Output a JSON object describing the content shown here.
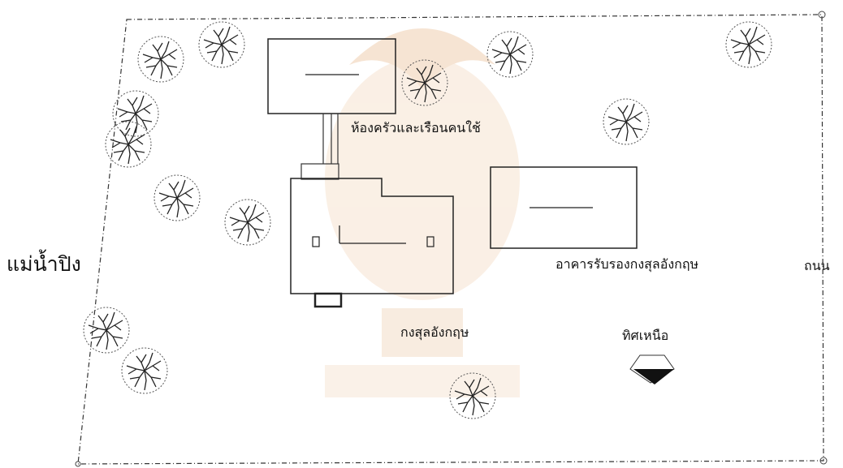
{
  "labels": {
    "kitchen": "ห้องครัวและเรือนคนใช้",
    "reception": "อาคารรับรองกงสุลอังกฤษ",
    "consul": "กงสุลอังกฤษ",
    "river": "แม่น้ำปิง",
    "road": "ถนน",
    "north": "ทิศเหนือ"
  },
  "icons": {
    "tree": "tree-icon",
    "north_arrow": "north-arrow-icon"
  },
  "colors": {
    "line": "#333333",
    "watermark": "#f2dcc6"
  }
}
